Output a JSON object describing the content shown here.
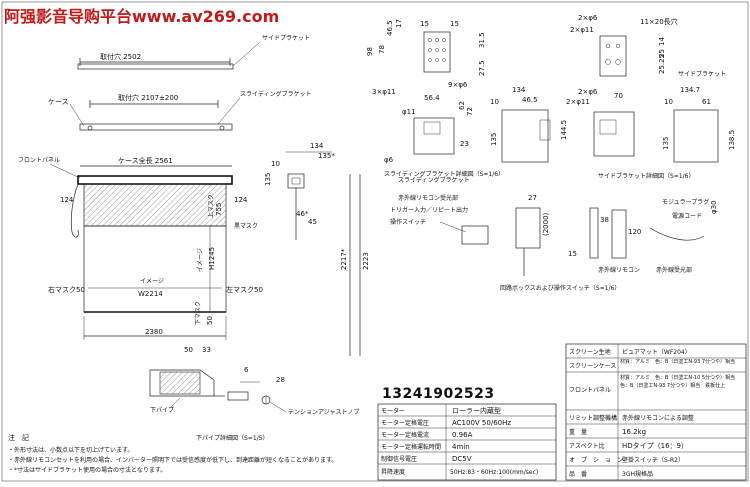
{
  "watermark": "阿强影音导购平台www.av269.com",
  "phone": "13241902523",
  "front": {
    "mount_hole_label": "取付穴 2502",
    "side_bracket": "サイドブラケット",
    "case": "ケース",
    "mount_hole_2": "取付穴 2107±200",
    "sliding_bracket": "スライディングブラケット",
    "front_panel": "フロントパネル",
    "case_full": "ケース全長 2561",
    "d124a": "124",
    "d124b": "124",
    "d755": "755",
    "black_mask": "黒マスク",
    "top_mask_v": "上マスク",
    "image_v": "イメージ",
    "h1245": "H1245",
    "image_label": "イメージ",
    "w2214": "W2214",
    "right_mask": "右マスク50",
    "left_mask": "左マスク50",
    "bottom_mask": "下マスク",
    "d50": "50",
    "d2380": "2380"
  },
  "side": {
    "d10": "10",
    "d134": "134",
    "d135s": "135*",
    "d135": "135",
    "d46s": "46*",
    "d45": "45",
    "d2217": "2217*",
    "d2223": "2223"
  },
  "pipe": {
    "d50": "50",
    "d33": "33",
    "d28": "28",
    "d6": "6",
    "lower_pipe": "下パイプ",
    "tension_adjust": "テンションアジャストノブ",
    "detail": "下パイプ詳細図（S=1/5）"
  },
  "sliding": {
    "d98": "98",
    "d78": "78",
    "d46": "46.5",
    "d17": "17",
    "d15a": "15",
    "d15b": "15",
    "d315": "31.5",
    "d275": "27.5",
    "hole9": "9×φ6",
    "hole3": "3×φ11",
    "d564": "56.4",
    "d134": "134",
    "d465": "46.5",
    "d10": "10",
    "phi11": "φ11",
    "phi6": "φ6",
    "d1445": "144.5",
    "d135": "135",
    "d62": "62",
    "d72": "72",
    "d23": "23",
    "label": "スライディングブラケット",
    "detail": "スライディングブラケット詳細図（S=1/6）"
  },
  "sidebr": {
    "h2x6": "2×φ6",
    "h2x11": "2×φ11",
    "long_hole": "11×20長穴",
    "d14": "14",
    "d25": "25",
    "d2525": "25.25",
    "d2x6b": "2×φ6",
    "d2x11b": "2×φ11",
    "d70": "70",
    "d61": "61",
    "d1347": "134.7",
    "d10": "10",
    "d1385": "138.5",
    "d135": "135",
    "label": "サイドブラケット",
    "detail": "サイドブラケット詳細図（S=1/6）"
  },
  "control": {
    "ir_receiver": "赤外線リモコン受光部",
    "trigger": "トリガー入力／リピート出力",
    "switch": "操作スイッチ",
    "d27": "27",
    "d2000": "(2000)",
    "d15": "15",
    "d38": "38",
    "d120": "120",
    "remote": "赤外線リモコン",
    "modular": "モジュラープラグ",
    "cord": "電源コード",
    "phi30": "φ30",
    "receiver2": "赤外線受光部",
    "detail": "回路ボックスおよび操作スイッチ（S=1/6）"
  },
  "specs_right": [
    {
      "k": "スクリーン生地",
      "v": "ピュアマット（WF204）"
    },
    {
      "k": "スクリーンケース",
      "v": "材質：アルミ　色：B（日塗工N-93 7分つや）相当"
    },
    {
      "k": "フロントパネル",
      "v": "材質：アルミ　色：B（日塗工N-10 5分つや）相当　色：B（日塗工N-93 7分つや）相当　鉄板仕上"
    },
    {
      "k": "リミット調整機構",
      "v": "赤外線リモコンによる調整"
    },
    {
      "k": "重　量",
      "v": "16.2kg"
    },
    {
      "k": "アスペクト比",
      "v": "HDタイプ（16：9）"
    },
    {
      "k": "オ　プ　シ　ョ　ン",
      "v": "壁掛スイッチ（S-R2）"
    },
    {
      "k": "品　番",
      "v": "3GH規格品"
    }
  ],
  "specs_motor": [
    {
      "k": "モーター",
      "v": "ローラー内蔵型"
    },
    {
      "k": "モーター定格電圧",
      "v": "AC100V 50/60Hz"
    },
    {
      "k": "モーター定格電流",
      "v": "0.96A"
    },
    {
      "k": "モーター定格運転時間",
      "v": "4min"
    },
    {
      "k": "制御信号電圧",
      "v": "DC5V"
    },
    {
      "k": "昇降速度",
      "v": "50Hz:83・60Hz:100(mm/sec)"
    }
  ],
  "notes": {
    "title": "注　記",
    "n1": "・外形寸法は、小数点以下を切上げています。",
    "n2": "・赤外線リモコンセットを利用の場合、インバーター照明下では受信感度が低下し、到達距離が短くなることがあります。",
    "n3": "・*寸法はサイドブラケット使用の場合の寸法となります。"
  }
}
